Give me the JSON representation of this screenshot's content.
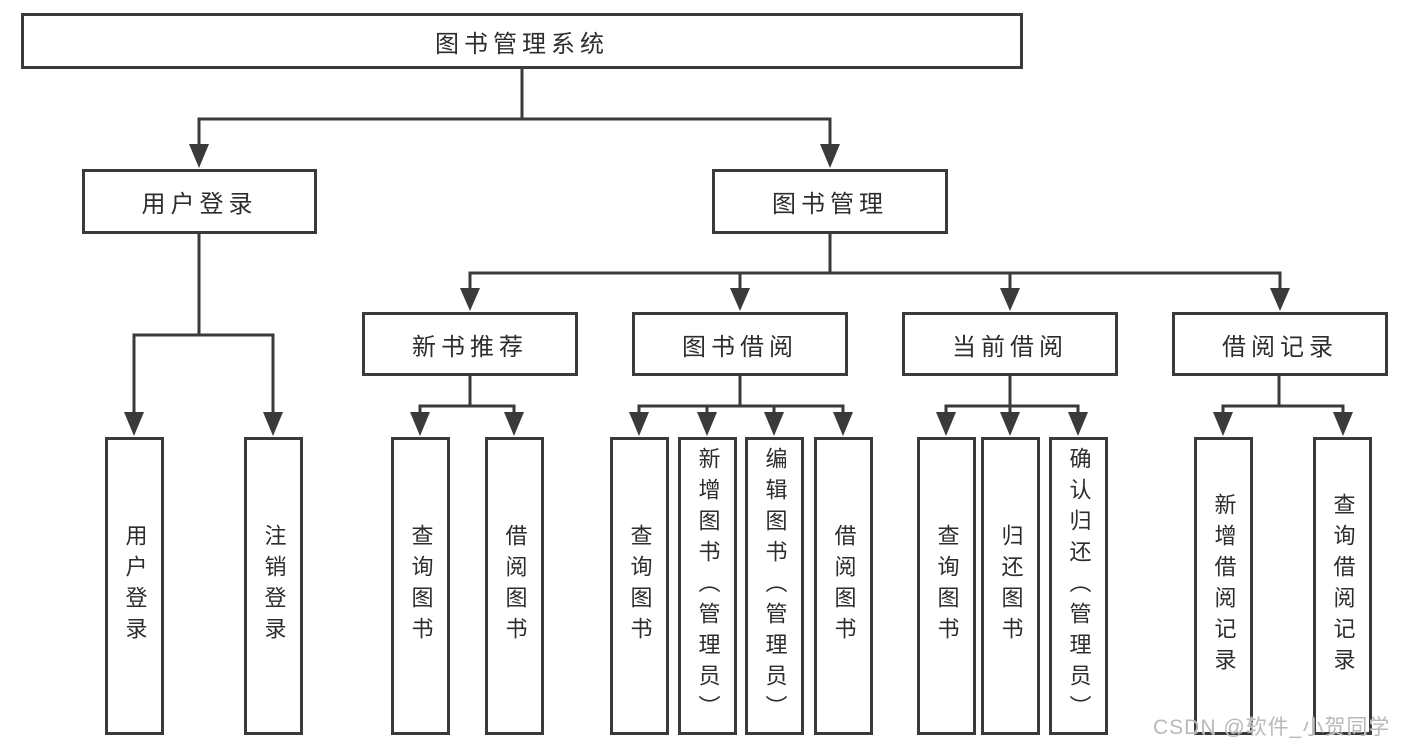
{
  "diagram": {
    "root": {
      "label": "图书管理系统"
    },
    "level2": [
      {
        "label": "用户登录"
      },
      {
        "label": "图书管理"
      }
    ],
    "level3": [
      {
        "label": "新书推荐"
      },
      {
        "label": "图书借阅"
      },
      {
        "label": "当前借阅"
      },
      {
        "label": "借阅记录"
      }
    ],
    "level4": [
      {
        "label": "用户登录"
      },
      {
        "label": "注销登录"
      },
      {
        "label": "查询图书"
      },
      {
        "label": "借阅图书"
      },
      {
        "label": "查询图书"
      },
      {
        "label": "新增图书（管理员）"
      },
      {
        "label": "编辑图书（管理员）"
      },
      {
        "label": "借阅图书"
      },
      {
        "label": "查询图书"
      },
      {
        "label": "归还图书"
      },
      {
        "label": "确认归还（管理员）"
      },
      {
        "label": "新增借阅记录"
      },
      {
        "label": "查询借阅记录"
      }
    ],
    "watermark": {
      "text": "CSDN @软件_小贺同学"
    },
    "colors": {
      "line": "#3a3a3a",
      "text": "#2d2d2d",
      "watermark": "#b9b9b9",
      "background": "#ffffff"
    }
  }
}
